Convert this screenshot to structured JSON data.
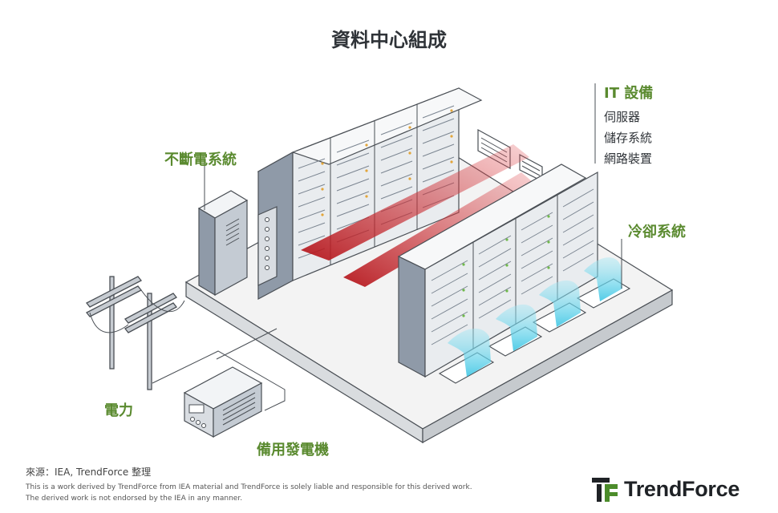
{
  "title": "資料中心組成",
  "labels": {
    "ups": "不斷電系統",
    "it_heading": "IT 設備",
    "it_items": [
      "伺服器",
      "儲存系統",
      "網路裝置"
    ],
    "cooling": "冷卻系統",
    "power": "電力",
    "generator": "備用發電機"
  },
  "source": "來源：IEA, TrendForce 整理",
  "disclaimer": [
    "This is a work derived by TrendForce from IEA material and TrendForce is solely liable and responsible for this derived work.",
    "The derived work is not endorsed by the IEA in any manner."
  ],
  "logo": {
    "text": "TrendForce"
  },
  "colors": {
    "accent_green": "#5a8a2f",
    "rack_body": "#8f9aa8",
    "rack_face": "#e9ecef",
    "hot_air": "#c0282c",
    "cool_air": "#5ad2ea",
    "floor": "#f3f3f3"
  }
}
